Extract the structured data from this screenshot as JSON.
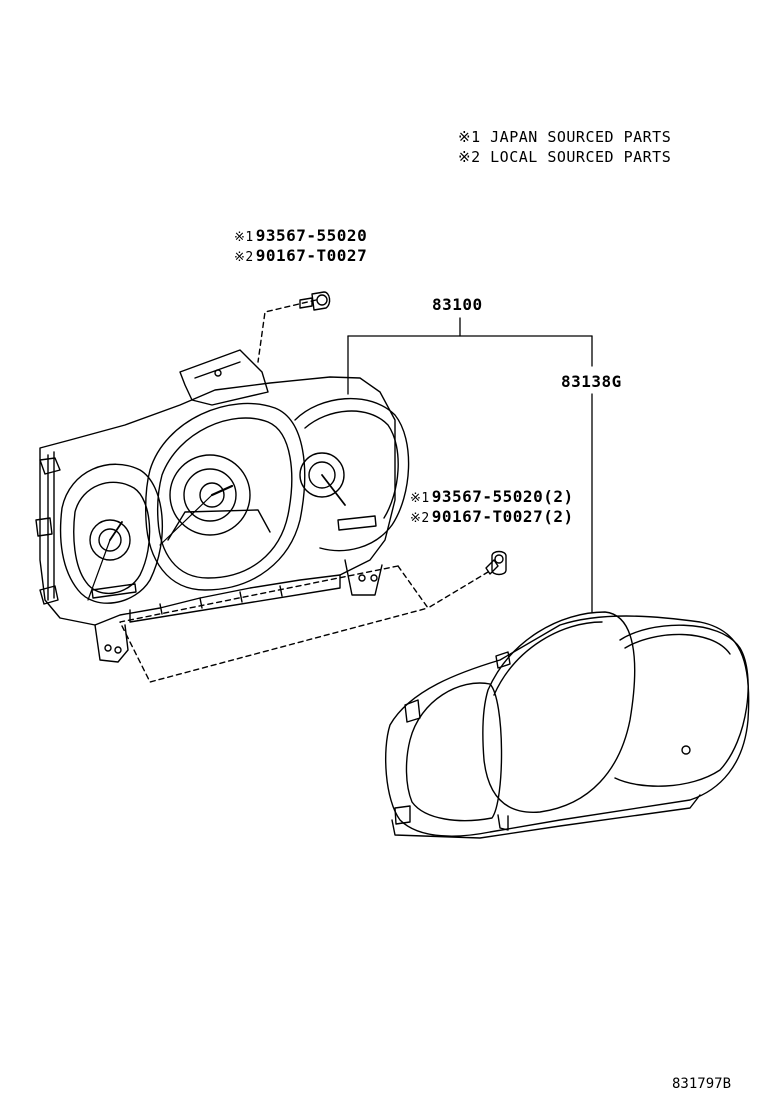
{
  "legend": [
    {
      "mark": "※1",
      "text": "JAPAN SOURCED PARTS"
    },
    {
      "mark": "※2",
      "text": "LOCAL SOURCED PARTS"
    }
  ],
  "callouts": {
    "screw_top": [
      {
        "mark": "※1",
        "part": "93567-55020"
      },
      {
        "mark": "※2",
        "part": "90167-T0027"
      }
    ],
    "cluster_assembly": "83100",
    "glass_cover": "83138G",
    "screw_right": [
      {
        "mark": "※1",
        "part": "93567-55020(2)"
      },
      {
        "mark": "※2",
        "part": "90167-T0027(2)"
      }
    ]
  },
  "diagram_ref": "831797B"
}
